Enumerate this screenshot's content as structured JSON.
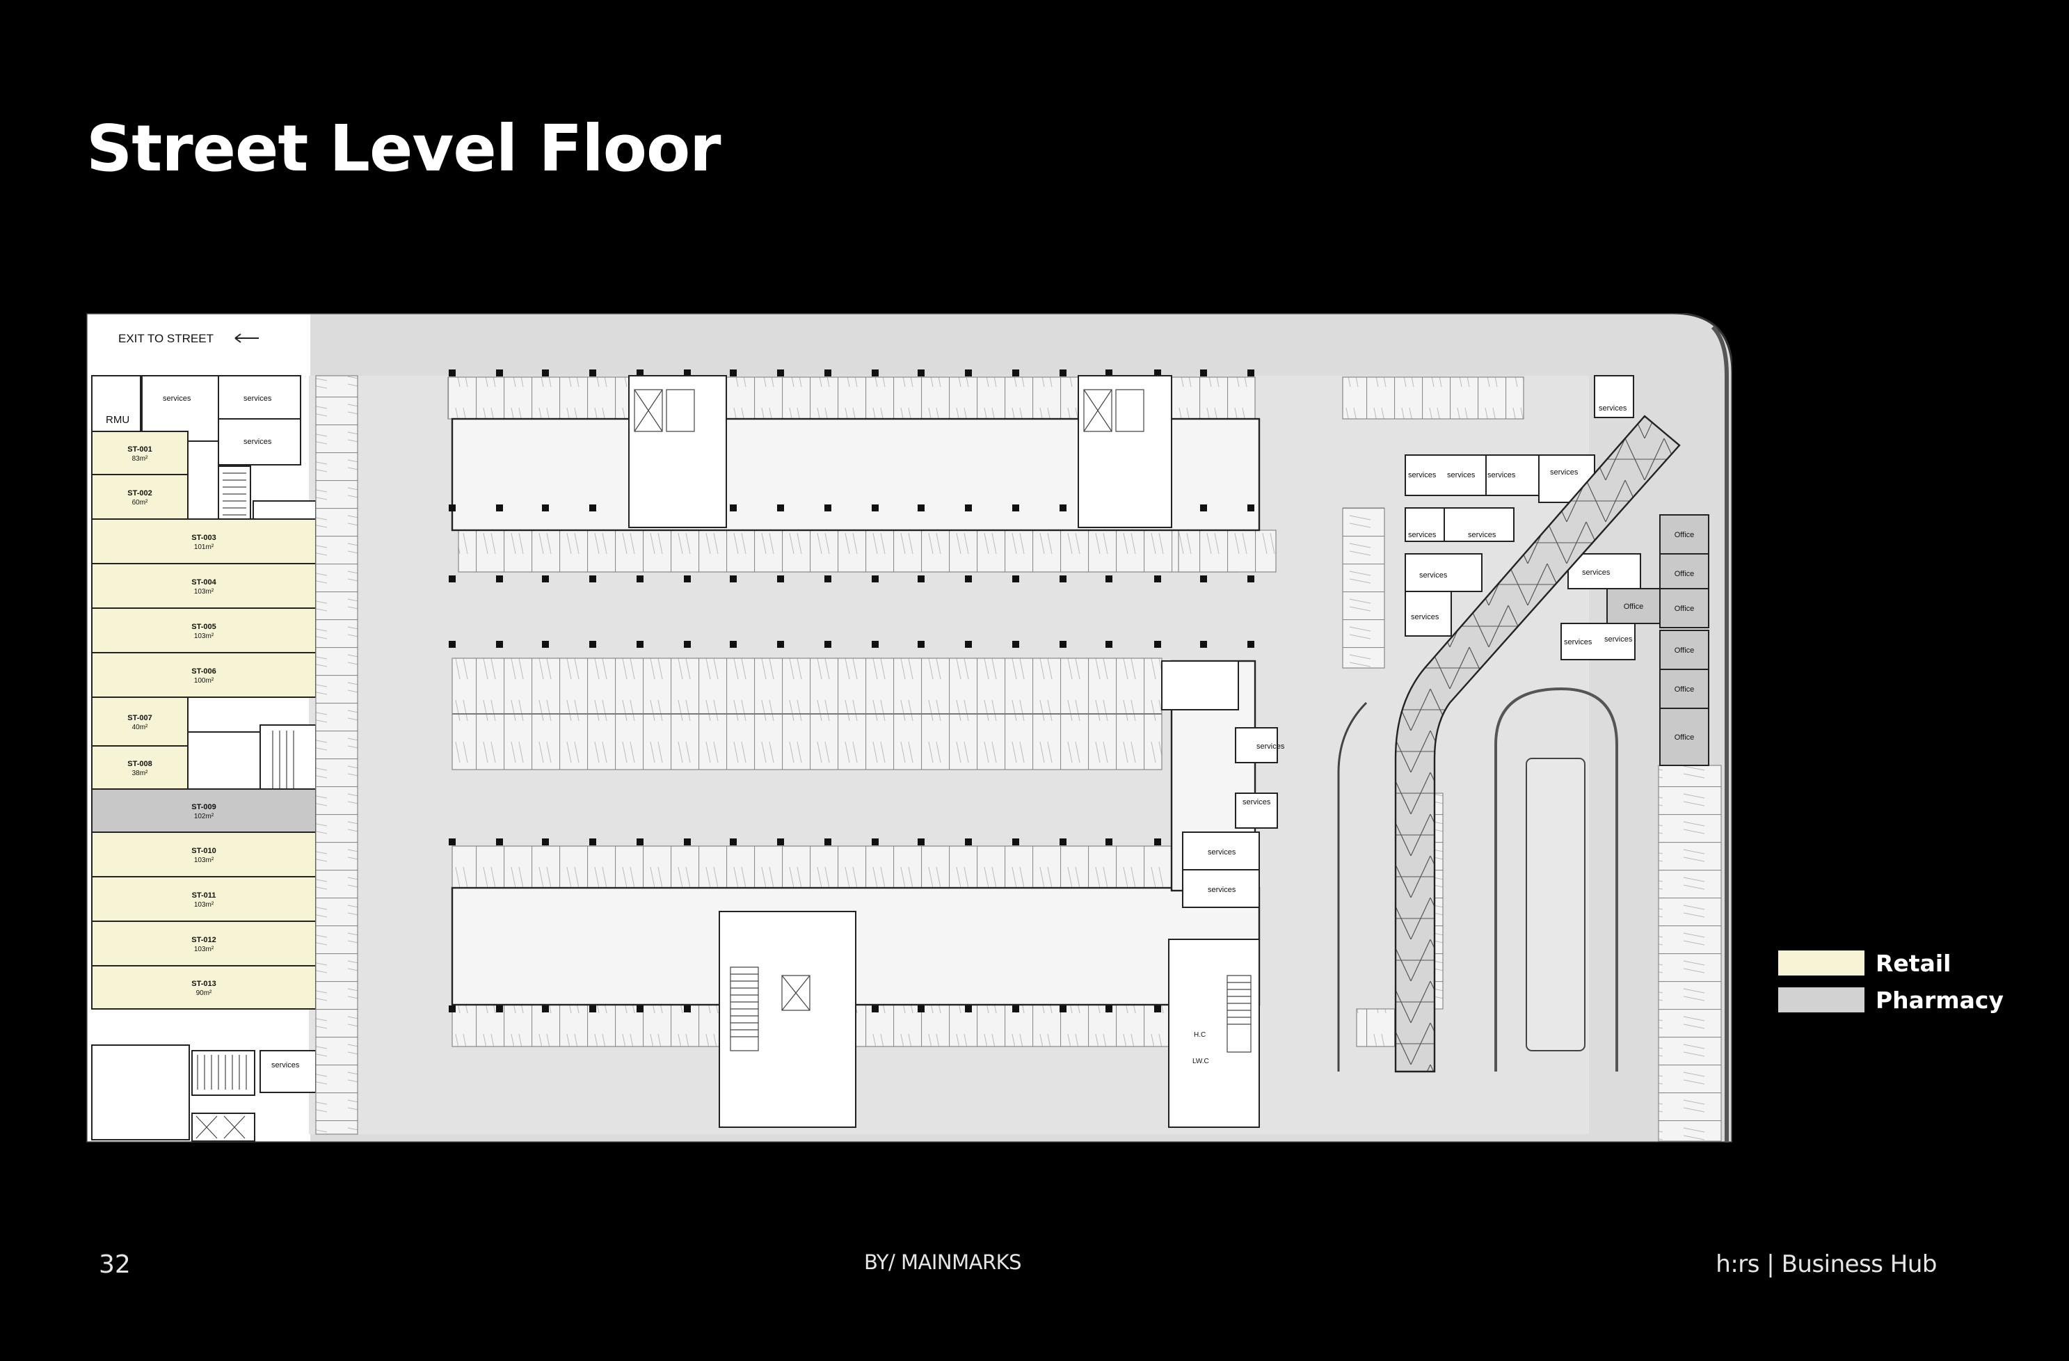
{
  "title": "Street Level Floor",
  "plan": {
    "exit_label": "EXIT TO STREET",
    "rmu_label": "RMU",
    "units": [
      {
        "id": "ST-001",
        "area": "83m²",
        "type": "retail"
      },
      {
        "id": "ST-002",
        "area": "60m²",
        "type": "retail"
      },
      {
        "id": "ST-003",
        "area": "101m²",
        "type": "retail"
      },
      {
        "id": "ST-004",
        "area": "103m²",
        "type": "retail"
      },
      {
        "id": "ST-005",
        "area": "103m²",
        "type": "retail"
      },
      {
        "id": "ST-006",
        "area": "100m²",
        "type": "retail"
      },
      {
        "id": "ST-007",
        "area": "40m²",
        "type": "retail"
      },
      {
        "id": "ST-008",
        "area": "38m²",
        "type": "retail"
      },
      {
        "id": "ST-009",
        "area": "102m²",
        "type": "pharmacy"
      },
      {
        "id": "ST-010",
        "area": "103m²",
        "type": "retail"
      },
      {
        "id": "ST-011",
        "area": "103m²",
        "type": "retail"
      },
      {
        "id": "ST-012",
        "area": "103m²",
        "type": "retail"
      },
      {
        "id": "ST-013",
        "area": "90m²",
        "type": "retail"
      }
    ],
    "services_label": "services",
    "office_label": "Office",
    "hc_label": "H.C",
    "lw_label": "LW.C"
  },
  "legend": [
    {
      "label": "Retail",
      "color": "#f7f4d6"
    },
    {
      "label": "Pharmacy",
      "color": "#d2d2d2"
    }
  ],
  "colors": {
    "retail": "#f7f4d6",
    "pharmacy": "#c8c8c8",
    "parking": "#e4e4e4",
    "office": "#c9c9c9"
  },
  "footer": {
    "page_number": "32",
    "credit": "BY/ MAINMARKS",
    "brand": "h:rs | Business Hub"
  }
}
